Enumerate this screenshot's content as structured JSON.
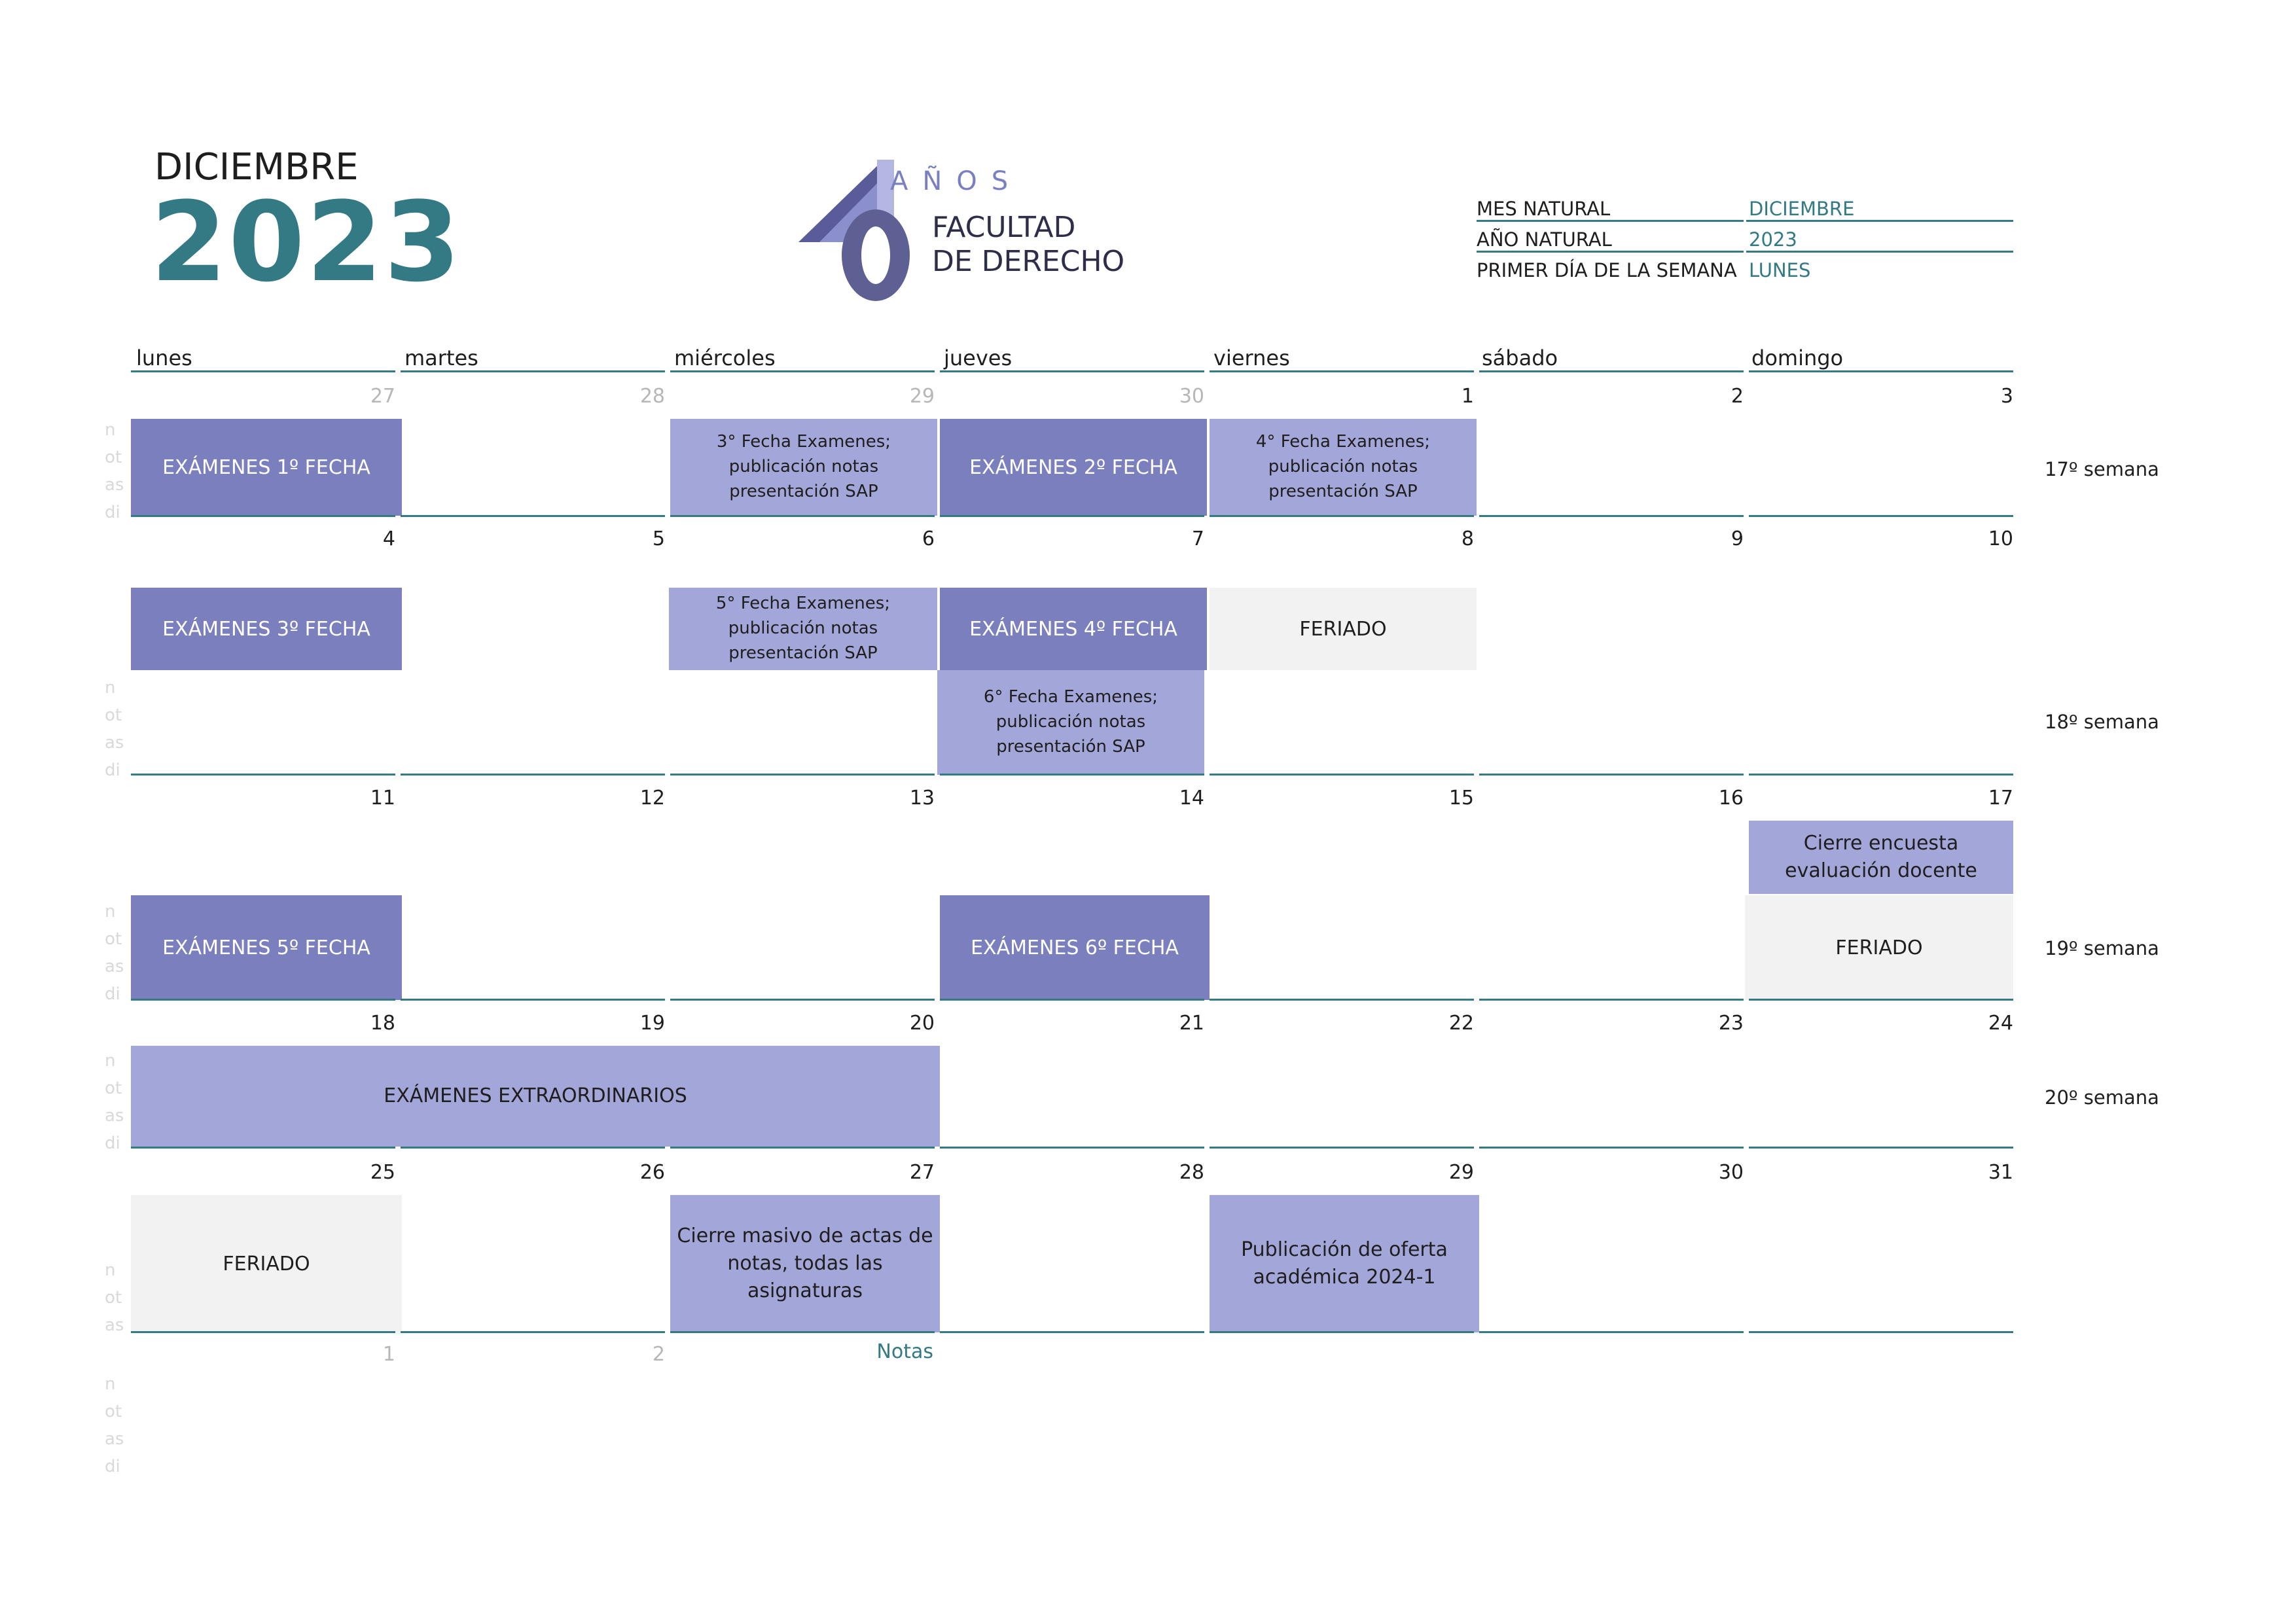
{
  "header": {
    "month": "DICIEMBRE",
    "year": "2023"
  },
  "logo": {
    "number": "40",
    "anos": "AÑOS",
    "line1": "FACULTAD",
    "line2": "DE DERECHO"
  },
  "info": [
    {
      "key": "MES NATURAL",
      "value": "DICIEMBRE"
    },
    {
      "key": "AÑO NATURAL",
      "value": "2023"
    },
    {
      "key": "PRIMER DÍA DE LA SEMANA",
      "value": "LUNES"
    }
  ],
  "weekdays": [
    "lunes",
    "martes",
    "miércoles",
    "jueves",
    "viernes",
    "sábado",
    "domingo"
  ],
  "weeks": [
    {
      "days": [
        "27",
        "28",
        "29",
        "30",
        "1",
        "2",
        "3"
      ],
      "label": "17º semana"
    },
    {
      "days": [
        "4",
        "5",
        "6",
        "7",
        "8",
        "9",
        "10"
      ],
      "label": "18º semana"
    },
    {
      "days": [
        "11",
        "12",
        "13",
        "14",
        "15",
        "16",
        "17"
      ],
      "label": "19º semana"
    },
    {
      "days": [
        "18",
        "19",
        "20",
        "21",
        "22",
        "23",
        "24"
      ],
      "label": "20º semana"
    },
    {
      "days": [
        "25",
        "26",
        "27",
        "28",
        "29",
        "30",
        "31"
      ],
      "label": ""
    }
  ],
  "next_days": [
    "1",
    "2"
  ],
  "notes_label": "Notas",
  "events": {
    "e1": "EXÁMENES 1º FECHA",
    "e2": "3° Fecha Examenes; publicación notas presentación SAP",
    "e3": "EXÁMENES 2º FECHA",
    "e4": "4° Fecha Examenes; publicación notas presentación SAP",
    "e5": "EXÁMENES 3º FECHA",
    "e6": "5° Fecha Examenes; publicación notas presentación SAP",
    "e7": "EXÁMENES 4º FECHA",
    "e8": "FERIADO",
    "e9": "6° Fecha Examenes; publicación notas presentación SAP",
    "e10": "Cierre encuesta evaluación docente",
    "e11": "EXÁMENES 5º FECHA",
    "e12": "EXÁMENES 6º FECHA",
    "e13": "FERIADO",
    "e14": "EXÁMENES EXTRAORDINARIOS",
    "e15": "FERIADO",
    "e16": "Cierre masivo de actas de notas, todas las asignaturas",
    "e17": "Publicación de oferta académica 2024-1"
  },
  "colors": {
    "teal": "#337a85",
    "event_dark": "#7b7fbe",
    "event_light": "#a3a6d8",
    "holiday_gray": "#f2f2f2"
  }
}
